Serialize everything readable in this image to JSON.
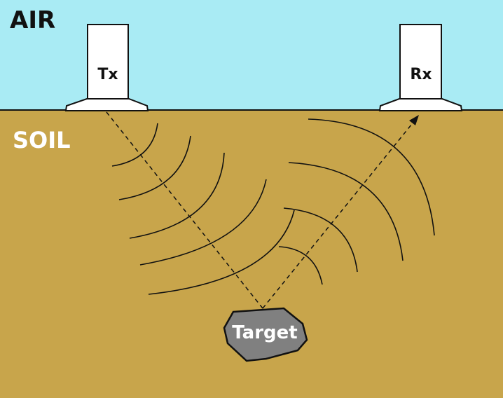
{
  "labels": {
    "air": "AIR",
    "soil": "SOIL",
    "transmitter": "Tx",
    "receiver": "Rx",
    "target": "Target"
  },
  "colors": {
    "air": "#a9ebf4",
    "soil": "#c8a54b",
    "target": "#808080",
    "antenna": "#ffffff"
  }
}
